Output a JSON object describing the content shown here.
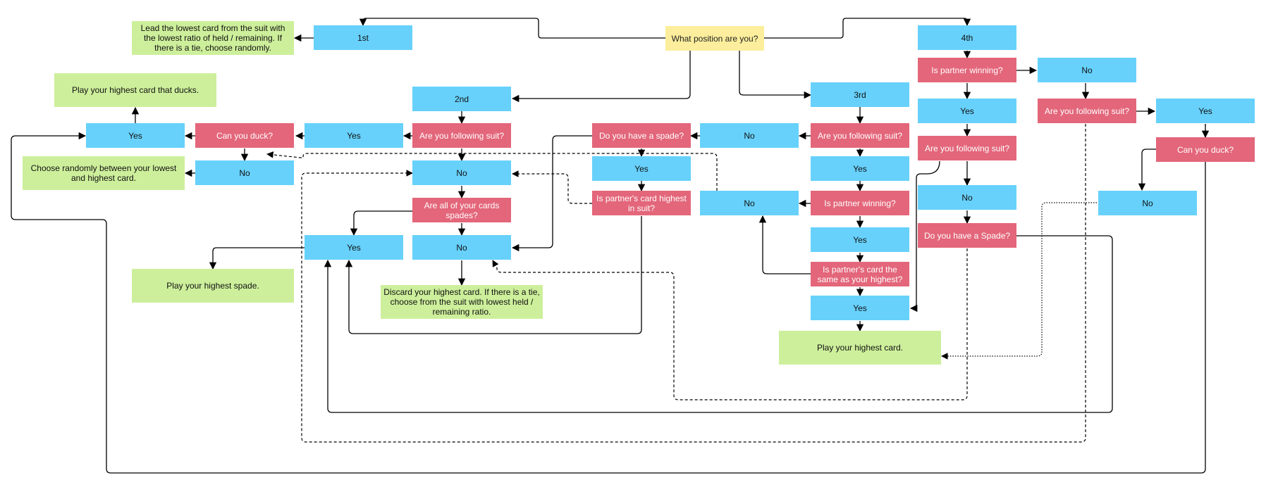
{
  "colors": {
    "option": "#67d1fb",
    "question": "#e3667a",
    "action": "#cdef9b",
    "start": "#fcee9c",
    "line": "#000000"
  },
  "nodes": {
    "start": "What position are you?",
    "first": "1st",
    "second": "2nd",
    "third": "3rd",
    "fourth": "4th",
    "lead_lowest": "Lead the lowest card from the suit with the lowest ratio of held /  remaining. If there is a tie, choose randomly.",
    "play_highest_duck": "Play your highest card that ducks.",
    "choose_random": "Choose randomly between your lowest and highest card.",
    "play_highest_spade": "Play your highest spade.",
    "discard_highest": "Discard your highest card. If there is a tie, choose from the suit with lowest held / remaining ratio.",
    "play_highest_card": "Play your highest card.",
    "s2_following": "Are you following suit?",
    "s2_can_duck": "Can you duck?",
    "s2_follow_yes": "Yes",
    "s2_duck_yes": "Yes",
    "s2_duck_no": "No",
    "s2_follow_no": "No",
    "s2_all_spades": "Are all of your cards spades?",
    "s2_spades_yes": "Yes",
    "s2_spades_no": "No",
    "s3_following": "Are you following suit?",
    "s3_follow_no": "No",
    "s3_have_spade": "Do you have a spade?",
    "s3_spade_yes": "Yes",
    "s3_partner_highest_suit": "Is partner's card highest in suit?",
    "s3_follow_yes": "Yes",
    "s3_partner_winning": "Is partner winning?",
    "s3_winning_no": "No",
    "s3_winning_yes": "Yes",
    "s3_same_highest": "Is partner's card the same as your highest?",
    "s3_same_yes": "Yes",
    "s4_partner_winning": "Is partner winning?",
    "s4_winning_no": "No",
    "s4_winning_yes": "Yes",
    "s4_following_a": "Are you following suit?",
    "s4_follow_a_no": "No",
    "s4_have_spade": "Do you have a Spade?",
    "s4_following_b": "Are you following suit?",
    "s4_follow_b_yes": "Yes",
    "s4_can_duck": "Can you duck?",
    "s4_duck_no": "No"
  }
}
